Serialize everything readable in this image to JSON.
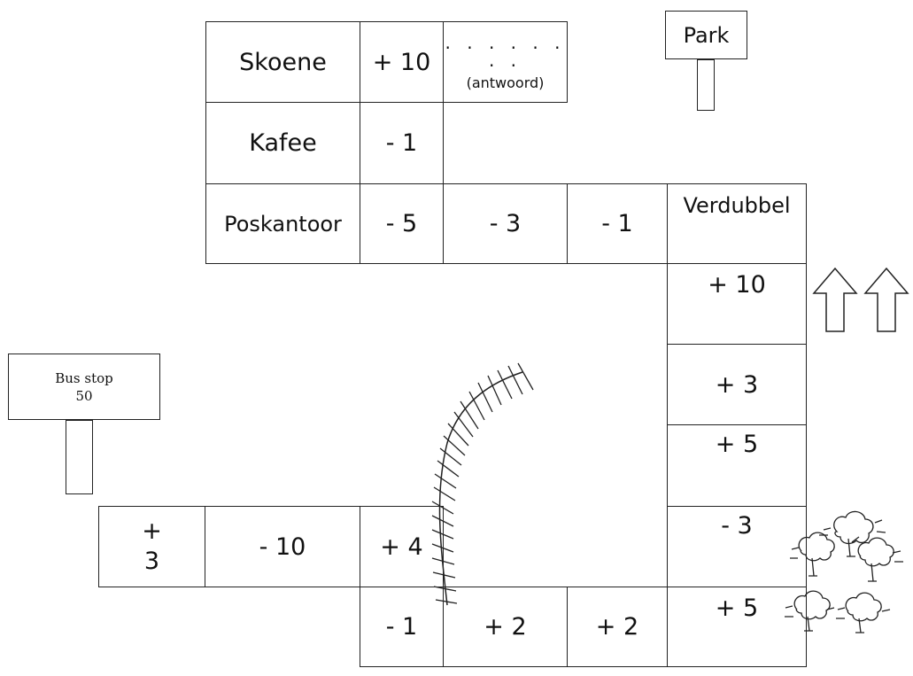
{
  "row_top": [
    {
      "name": "cell-skoene",
      "text": "Skoene"
    },
    {
      "name": "cell-skoene-value",
      "text": "+ 10"
    }
  ],
  "answer_box": {
    "dots": ". . . . . . . .",
    "hint": "(antwoord)"
  },
  "row_kafee": [
    {
      "name": "cell-kafee",
      "text": "Kafee"
    },
    {
      "name": "cell-kafee-value",
      "text": "- 1"
    }
  ],
  "row_pos": [
    {
      "name": "cell-poskantoor",
      "text": "Poskantoor"
    },
    {
      "name": "cell-minus5",
      "text": "- 5"
    },
    {
      "name": "cell-minus3",
      "text": "- 3"
    },
    {
      "name": "cell-minus1",
      "text": "- 1"
    },
    {
      "name": "cell-verdubbel",
      "text": "Verdubbel"
    }
  ],
  "right_column": [
    "+ 10",
    "+ 3",
    "+ 5",
    "- 3",
    "+ 5"
  ],
  "bottom_row_upper": [
    "+\n3",
    "- 10",
    "+ 4"
  ],
  "bottom_row_lower": [
    "- 1",
    "+ 2",
    "+ 2"
  ],
  "signs": {
    "park": "Park",
    "bus_stop_line1": "Bus stop",
    "bus_stop_line2": "50"
  },
  "icons": [
    "up-arrow-icon",
    "up-arrow-icon",
    "tree-icon",
    "railway-track-icon"
  ]
}
